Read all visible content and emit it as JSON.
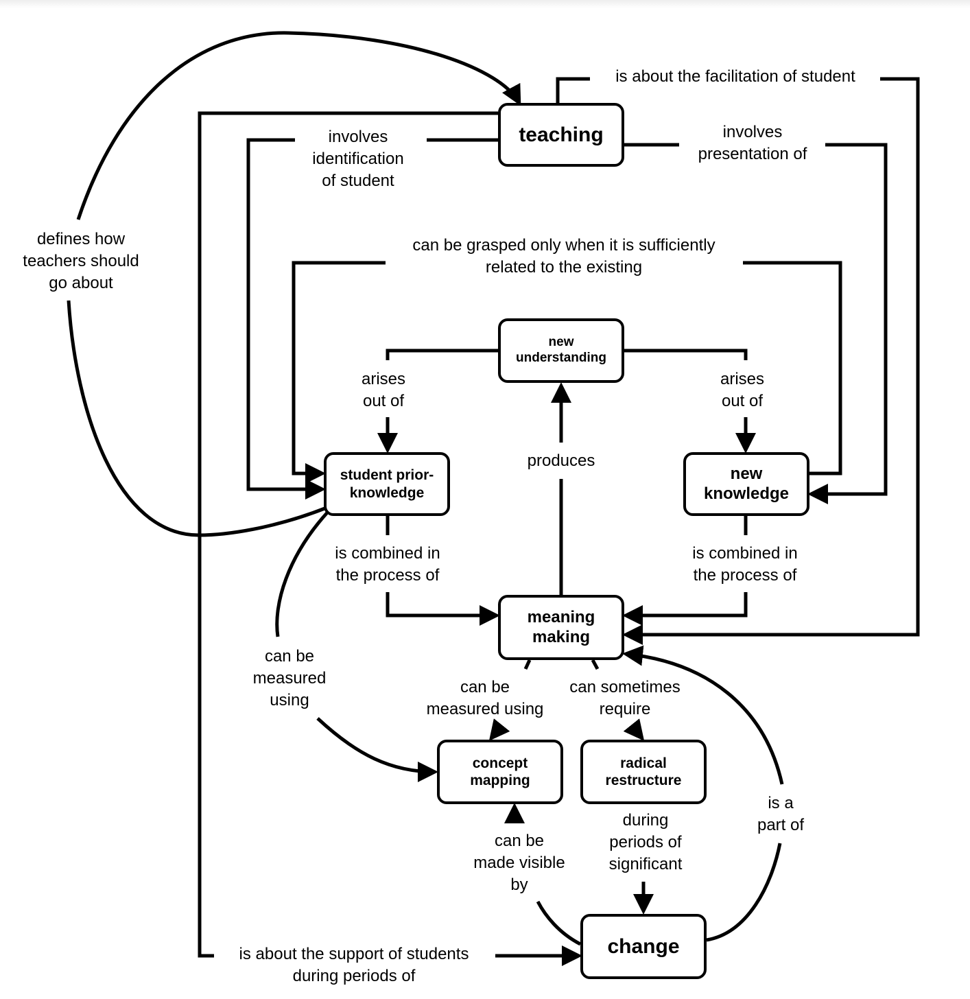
{
  "diagram": {
    "type": "concept-map",
    "colors": {
      "line": "#000000",
      "background": "#ffffff",
      "node_border": "#000000"
    },
    "nodes": {
      "teaching": "teaching",
      "new_understanding": "new\nunderstanding",
      "student_prior_knowledge": "student prior-\nknowledge",
      "new_knowledge": "new\nknowledge",
      "meaning_making": "meaning\nmaking",
      "concept_mapping": "concept\nmapping",
      "radical_restructure": "radical\nrestructure",
      "change": "change"
    },
    "links": {
      "facilitation": "is about the facilitation of student",
      "identification": "involves\nidentification\nof student",
      "presentation": "involves\npresentation of",
      "defines": "defines how\nteachers should\ngo about",
      "grasped": "can be grasped only when it is sufficiently\nrelated to the existing",
      "arises_left": "arises\nout of",
      "arises_right": "arises\nout of",
      "produces": "produces",
      "combined_left": "is combined in\nthe process of",
      "combined_right": "is combined in\nthe process of",
      "measured_left": "can be\nmeasured\nusing",
      "measured_center": "can be\nmeasured using",
      "sometimes_require": "can sometimes\nrequire",
      "made_visible": "can be\nmade visible\nby",
      "during_periods": "during\nperiods of\nsignificant",
      "part_of": "is a\npart of",
      "support": "is about the support of students\nduring periods of"
    }
  }
}
